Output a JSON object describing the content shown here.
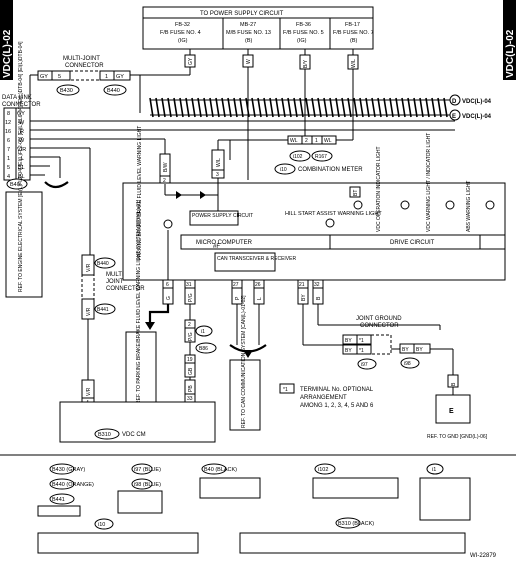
{
  "tab_left": "VDC(L)-02",
  "tab_right": "VDC(L)-02",
  "power_supply": {
    "title": "TO POWER SUPPLY CIRCUIT",
    "fuses": [
      {
        "l1": "FB-32",
        "l2": "F/B FUSE NO. 4",
        "l3": "(IG)"
      },
      {
        "l1": "MB-27",
        "l2": "M/B FUSE NO. 13",
        "l3": "(B)"
      },
      {
        "l1": "FB-36",
        "l2": "F/B FUSE NO. 5",
        "l3": "(IG)"
      },
      {
        "l1": "FB-17",
        "l2": "F/B FUSE NO. 7",
        "l3": "(B)"
      }
    ],
    "wires": [
      "GY",
      "W",
      "B/Y",
      "W/L"
    ]
  },
  "multi_joint_top": {
    "label1": "MULTI-JOINT",
    "label2": "CONNECTOR",
    "pin5": "5",
    "pin1": "1",
    "wire_l": "GY",
    "wire_r": "GY",
    "c1": "B430",
    "c2": "B440"
  },
  "data_link": {
    "label1": "DATA LINK",
    "label2": "CONNECTOR",
    "pins": [
      {
        "n": "8",
        "w": "GY"
      },
      {
        "n": "12",
        "w": "W"
      },
      {
        "n": "16",
        "w": "R"
      },
      {
        "n": "6",
        "w": "W"
      },
      {
        "n": "7",
        "w": "V/R"
      },
      {
        "n": "1",
        "w": "L"
      },
      {
        "n": "5",
        "w": "BL"
      },
      {
        "n": "4",
        "w": "BL"
      }
    ],
    "conn": "B40"
  },
  "bus": {
    "d_circle": "D",
    "d_text": "VDC(L)-04",
    "e_circle": "E",
    "e_text": "VDC(L)-04"
  },
  "i102": {
    "wire_l": "WL",
    "wire_r": "WL",
    "p2": "2",
    "p1": "1",
    "c1": "i102",
    "c2": "R167"
  },
  "combination_meter": {
    "conn": "i10",
    "label": "COMBINATION METER"
  },
  "meter": {
    "power_supply": "POWER SUPPLY CIRCUIT",
    "micro_computer": "MICRO COMPUTER",
    "can_tr": "CAN TRANSCEIVER & RECEIVER",
    "drive": "DRIVE CIRCUIT",
    "hill_start": "HILL START ASSIST WARNING LIGHT",
    "parking_brake": "PARKING BRAKE/ BRAKE FLUID LEVEL WARNING LIGHT",
    "vdc_op": "VDC OPERATION INDICATOR LIGHT",
    "vdc_warn": "VDC WARNING LIGHT / INDICATOR LIGHT",
    "abs_warn": "ABS WARNING LIGHT",
    "if_label": "#F",
    "bt_wire": "BT",
    "pins_top": [
      "2",
      "3"
    ],
    "wires_top": [
      "B/W",
      "W/L"
    ],
    "pins_bottom": [
      "6",
      "31",
      "27",
      "26",
      "21",
      "32"
    ],
    "wires_bottom": [
      "G",
      "P/G",
      "P",
      "L",
      "BY",
      "B"
    ]
  },
  "ref_engine": "REF. TO ENGINE ELECTRICAL SYSTEM [EI(L)FL2-04] [EI(L)FL2-05] [EI(L)FL6-04] [EI(L)DTB-04] [EI(L)DTB-04]",
  "multi_joint_left": {
    "label1": "MULTI",
    "label2": "JOINT",
    "label3": "CONNECTOR",
    "wire": "V/R",
    "wire2": "V/R",
    "c1": "B440",
    "c2": "B441"
  },
  "ref_parking": "REF. TO PARKING BRAKE/BRAKE FLUID LEVEL WARNING LIGHT SYSTEM [BRW(L)-01]",
  "ref_can": "REF. TO CAN COMMUNICATION SYSTEM [CAN(L)-01-02]",
  "i1": {
    "conn": "i1",
    "conn2": "B86",
    "pin2": "2",
    "pin3": "3",
    "w1": "G",
    "w2": "P/G",
    "pins_b": [
      "19",
      "33"
    ],
    "wires_b": [
      "GB",
      "PB"
    ]
  },
  "joint_ground": {
    "label1": "JOINT GROUND",
    "label2": "CONNECTOR",
    "w1": "BY",
    "w2": "BY",
    "p1": "*1",
    "p2": "*1",
    "c1": "i97",
    "c2": "i98",
    "w3": "BY",
    "w4": "B",
    "w5": "BY"
  },
  "ground": {
    "letter": "E",
    "label": "REF. TO GND [GND(L)-06]"
  },
  "note": {
    "mark": "*1",
    "line1": "TERMINAL No. OPTIONAL",
    "line2": "ARRANGEMENT",
    "line3": "AMONG 1, 2, 3, 4, 5 AND 6"
  },
  "vdc_cm": {
    "conn": "B310",
    "label": "VDC CM",
    "pin": "4",
    "wire": "V/R"
  },
  "legend": {
    "b430": "B430 (GRAY)",
    "b440": "B440 (ORANGE)",
    "b441": "B441",
    "i97": "i97 (BLUE)",
    "i98": "i98 (BLUE)",
    "b40": "B40 (BLACK)",
    "i102": "i102",
    "i1": "i1",
    "i10": "i10",
    "b310": "B310 (BLACK)"
  },
  "figure_id": "WI-22879"
}
